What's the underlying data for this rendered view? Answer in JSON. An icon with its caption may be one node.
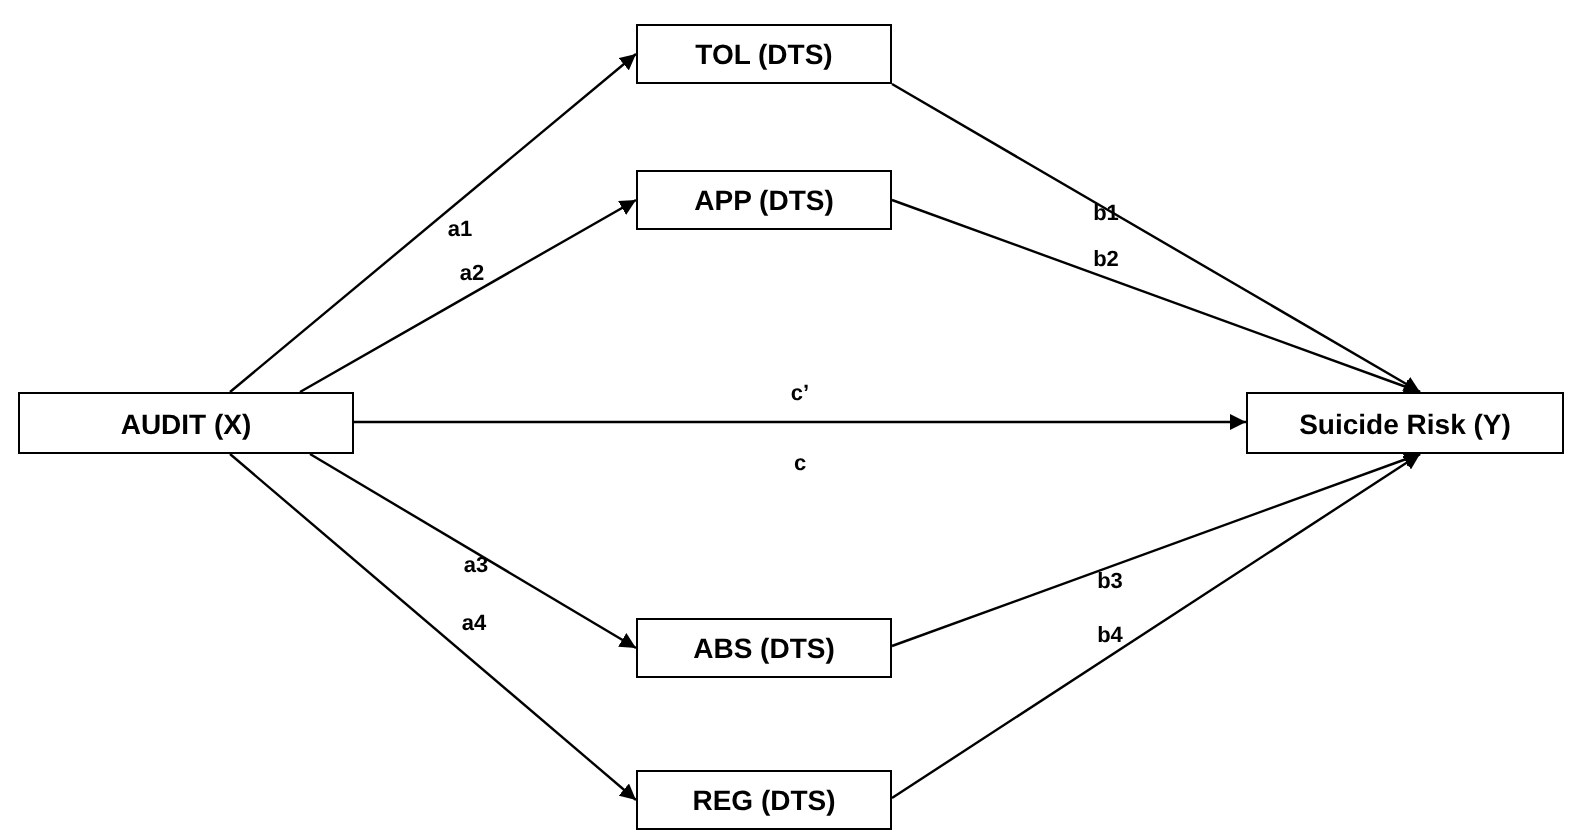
{
  "diagram": {
    "nodes": [
      {
        "text": [
          "AUDIT (X)"
        ]
      },
      {
        "text": [
          "TOL (DTS)"
        ]
      },
      {
        "text": [
          "APP (DTS)"
        ]
      },
      {
        "text": [
          "Suicide Risk (Y)"
        ]
      },
      {
        "text": [
          "ABS (DTS)"
        ]
      },
      {
        "text": [
          "REG (DTS)"
        ]
      }
    ],
    "edges": [
      {
        "from": 0,
        "to": 1,
        "arrow": "to",
        "label": "a1"
      },
      {
        "from": 0,
        "to": 2,
        "arrow": "to",
        "label": "a2"
      },
      {
        "from": 0,
        "to": 3,
        "arrow": "to",
        "label": "c’"
      },
      {
        "from": 0,
        "to": 4,
        "arrow": "to",
        "label": "a3"
      },
      {
        "from": 0,
        "to": 5,
        "arrow": "to",
        "label": "a4"
      },
      {
        "from": 1,
        "to": 3,
        "arrow": "to",
        "label": "b1"
      },
      {
        "from": 2,
        "to": 3,
        "arrow": "to",
        "label": "b2"
      },
      {
        "from": 4,
        "to": 3,
        "arrow": "to",
        "label": "b3"
      },
      {
        "from": 5,
        "to": 3,
        "arrow": "to",
        "label": "b4"
      }
    ],
    "labels": [
      "c"
    ]
  }
}
